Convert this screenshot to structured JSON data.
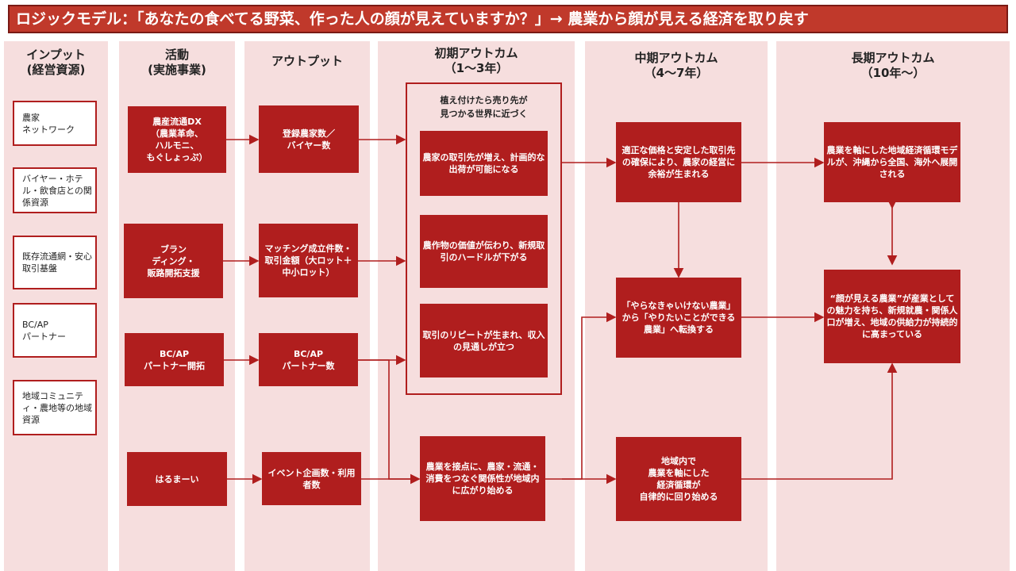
{
  "title": "ロジックモデル：「あなたの食べてる野菜、作った人の顔が見えていますか？」→ 農業から顔が見える経済を取り戻す",
  "columns": {
    "inputs": "インプット\n(経営資源)",
    "activities": "活動\n(実施事業)",
    "outputs": "アウトプット",
    "initial": "初期アウトカム\n（1〜3年）",
    "mid": "中期アウトカム\n（4〜7年）",
    "long": "長期アウトカム\n（10年〜）"
  },
  "inputs": [
    "農家\nネットワーク",
    "バイヤー・ホテル・飲食店との関係資源",
    "既存流通網・安心取引基盤",
    "BC/AP\nパートナー",
    "地域コミュニティ・農地等の地域資源"
  ],
  "activities": [
    "農産流通DX\n（農業革命、\nハルモニ、\nもぐしょっぷ）",
    "ブラン\nディング・\n販路開拓支援",
    "BC/AP\nパートナー開拓",
    "はるまーい"
  ],
  "outputs": [
    "登録農家数／\nバイヤー数",
    "マッチング成立件数・取引金額（大ロット＋中小ロット）",
    "BC/AP\nパートナー数",
    "イベント企画数・利用者数"
  ],
  "initial": {
    "group_label": "植え付けたら売り先が\n見つかる世界に近づく",
    "items": [
      "農家の取引先が増え、計画的な出荷が可能になる",
      "農作物の価値が伝わり、新規取引のハードルが下がる",
      "取引のリピートが生まれ、収入の見通しが立つ",
      "農業を接点に、農家・流通・消費をつなぐ関係性が地域内に広がり始める"
    ]
  },
  "mid": [
    "適正な価格と安定した取引先の確保により、農家の経営に余裕が生まれる",
    "「やらなきゃいけない農業」から「やりたいことができる農業」へ転換する",
    "地域内で\n農業を軸にした\n経済循環が\n自律的に回り始める"
  ],
  "long": [
    "農業を軸にした地域経済循環モデルが、沖縄から全国、海外へ展開される",
    "“顔が見える農業”が産業としての魅力を持ち、新規就農・関係人口が増え、地域の供給力が持続的に高まっている"
  ],
  "colors": {
    "accent": "#b01e1e",
    "panel": "#f6dede",
    "title_bg": "#c0392b"
  }
}
